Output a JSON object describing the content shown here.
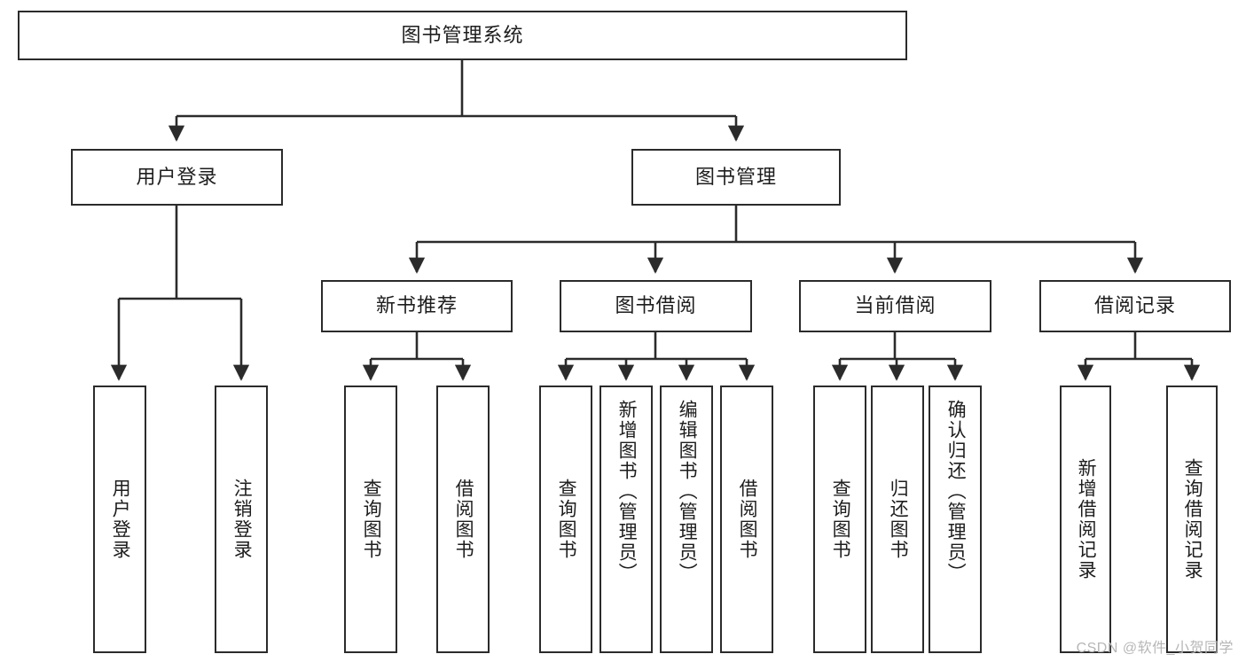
{
  "diagram": {
    "title": "图书管理系统",
    "type": "tree-hierarchy-chart",
    "watermark": "CSDN @软件_小贺同学",
    "colors": {
      "stroke": "#2b2b2b",
      "background": "#ffffff",
      "text": "#1d1d1d",
      "watermark": "#b7b7b7"
    },
    "root": {
      "id": "root",
      "label": "图书管理系统"
    },
    "level2": [
      {
        "id": "user-login",
        "label": "用户登录"
      },
      {
        "id": "book-management",
        "label": "图书管理"
      }
    ],
    "level3": [
      {
        "id": "new-book-recommend",
        "label": "新书推荐"
      },
      {
        "id": "book-borrow",
        "label": "图书借阅"
      },
      {
        "id": "current-borrow",
        "label": "当前借阅"
      },
      {
        "id": "borrow-record",
        "label": "借阅记录"
      }
    ],
    "leaves": {
      "user_login": [
        {
          "id": "leaf-user-login",
          "label": "用户登录"
        },
        {
          "id": "leaf-logout-login",
          "label": "注销登录"
        }
      ],
      "new_book_recommend": [
        {
          "id": "leaf-query-book-1",
          "label": "查询图书"
        },
        {
          "id": "leaf-borrow-book-1",
          "label": "借阅图书"
        }
      ],
      "book_borrow": [
        {
          "id": "leaf-query-book-2",
          "label": "查询图书"
        },
        {
          "id": "leaf-add-book",
          "label": "新增图书（管理员）"
        },
        {
          "id": "leaf-edit-book",
          "label": "编辑图书（管理员）"
        },
        {
          "id": "leaf-borrow-book-2",
          "label": "借阅图书"
        }
      ],
      "current_borrow": [
        {
          "id": "leaf-query-book-3",
          "label": "查询图书"
        },
        {
          "id": "leaf-return-book",
          "label": "归还图书"
        },
        {
          "id": "leaf-confirm-return",
          "label": "确认归还（管理员）"
        }
      ],
      "borrow_record": [
        {
          "id": "leaf-add-record",
          "label": "新增借阅记录"
        },
        {
          "id": "leaf-query-record",
          "label": "查询借阅记录"
        }
      ]
    }
  }
}
